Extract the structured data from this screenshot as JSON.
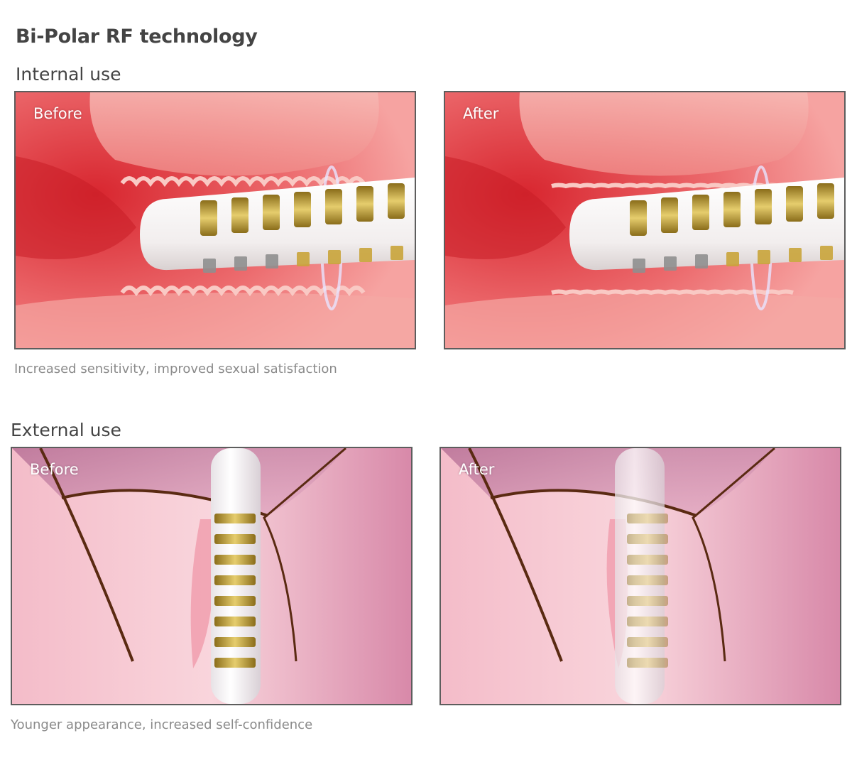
{
  "title": "Bi-Polar RF technology",
  "sections": [
    {
      "heading": "Internal use",
      "caption": "Increased sensitivity, improved sexual satisfaction",
      "panels": [
        {
          "label": "Before"
        },
        {
          "label": "After"
        }
      ]
    },
    {
      "heading": "External use",
      "caption": "Younger appearance, increased self-confidence",
      "panels": [
        {
          "label": "Before"
        },
        {
          "label": "After"
        }
      ]
    }
  ],
  "colors": {
    "internal_bg": "#e8575e",
    "external_bg": "#e7a7bd",
    "electrode_gold": "#c9a43a",
    "electrode_grey": "#8f8f8f",
    "probe_white": "#f7f4f4",
    "outline_brown": "#5a2a12"
  }
}
